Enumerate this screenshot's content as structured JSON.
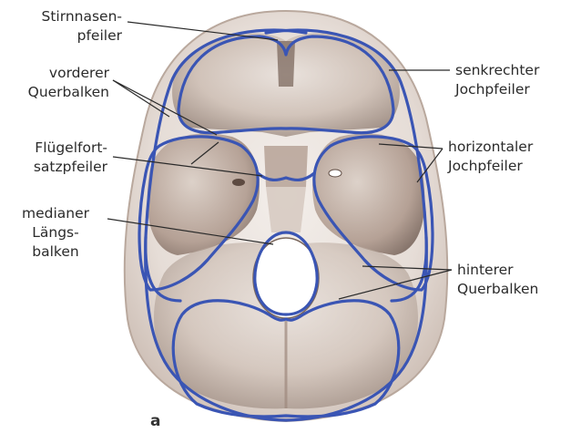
{
  "labels": {
    "stirnnasen": [
      "Stirnnasen-",
      "pfeiler"
    ],
    "vorderer": [
      "vorderer",
      "Querbalken"
    ],
    "fluegel": [
      "Flügelfort-",
      "satzpfeiler"
    ],
    "medianer": [
      "medianer",
      "Längs-",
      "balken"
    ],
    "senkrechter": [
      "senkrechter",
      "Jochpfeiler"
    ],
    "horizontaler": [
      "horizontaler",
      "Jochpfeiler"
    ],
    "hinterer": [
      "hinterer",
      "Querbalken"
    ]
  },
  "figure_letter": "a",
  "colors": {
    "pillar_lines": "#3a55b4",
    "leader_lines": "#2a2a2a",
    "bone_light": "#ede7e2",
    "bone_shadow": "#8f7d74",
    "label_text": "#2b2b2b"
  }
}
